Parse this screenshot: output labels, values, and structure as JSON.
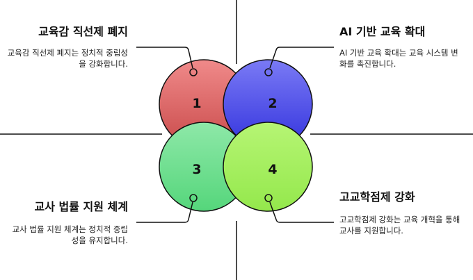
{
  "items": [
    {
      "number": "1",
      "title": "교육감 직선제 폐지",
      "description": "교육감 직선제 폐지는 정치적 중립성을 강화합니다.",
      "color": "#e0686a"
    },
    {
      "number": "2",
      "title": "AI 기반 교육 확대",
      "description": "AI 기반 교육 확대는 교육 시스템 변화를 촉진합니다.",
      "color": "#5656ee"
    },
    {
      "number": "3",
      "title": "교사 법률 지원 체계",
      "description": "교사 법률 지원 체계는 정치적 중립성을 유지합니다.",
      "color": "#6ee08e"
    },
    {
      "number": "4",
      "title": "고교학점제 강화",
      "description": "고교학점제 강화는 교육 개혁을 통해 교사를 지원합니다.",
      "color": "#a6f060"
    }
  ]
}
